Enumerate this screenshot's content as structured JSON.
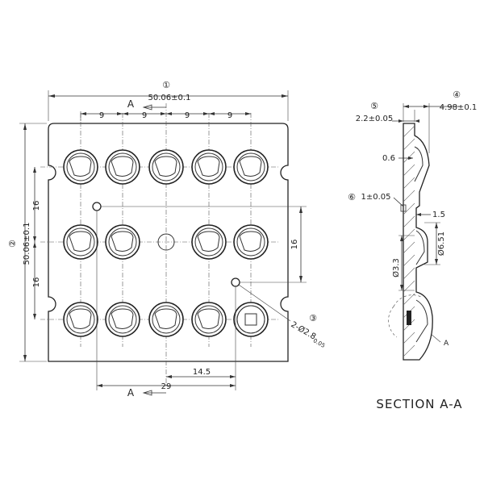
{
  "front_view": {
    "callouts": {
      "width": "①",
      "height": "②",
      "hole": "③"
    },
    "width_dim": "50.06±0.1",
    "height_dim": "50.06±0.1",
    "pitch_dims": [
      "9",
      "9",
      "9",
      "9"
    ],
    "row_dims": [
      "16",
      "16"
    ],
    "right_dim": "16",
    "hole_offset_dim": "14.5",
    "bottom_dim": "29",
    "hole_spec": "2-Ø2.8",
    "hole_tol": "0.05",
    "section_marks": [
      "A",
      "A"
    ]
  },
  "section_view": {
    "callouts": {
      "thickness": "⑤",
      "height": "④",
      "step": "⑥"
    },
    "thickness_dim": "2.2±0.05",
    "height_dim": "4.98±0.1",
    "wall_dim": "0.6",
    "step_dim": "1±0.05",
    "small_dim": "1.5",
    "diameter_outer": "Ø6.51",
    "diameter_inner": "Ø3.3",
    "detail_label": "A",
    "title": "SECTION A-A"
  }
}
